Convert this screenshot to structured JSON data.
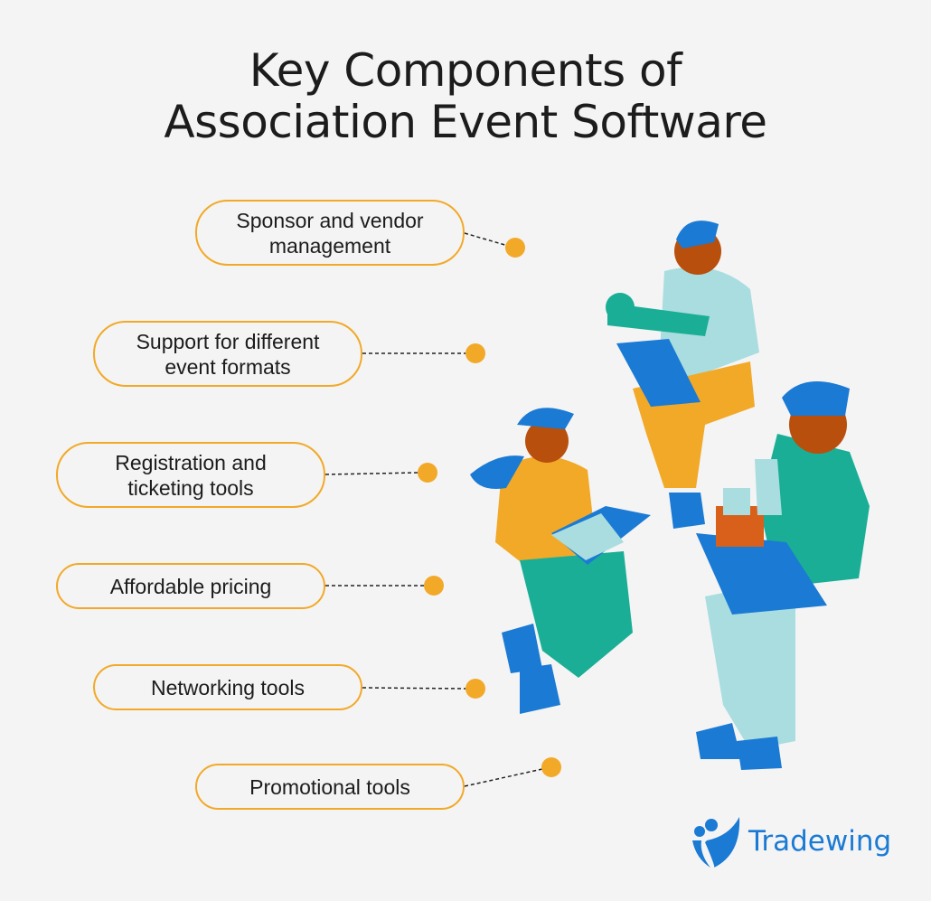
{
  "title": {
    "line1": "Key Components of",
    "line2": "Association Event Software"
  },
  "components": [
    {
      "label_line1": "Sponsor and vendor",
      "label_line2": "management"
    },
    {
      "label_line1": "Support for different",
      "label_line2": "event formats"
    },
    {
      "label_line1": "Registration and",
      "label_line2": "ticketing tools"
    },
    {
      "label_line1": "Affordable pricing"
    },
    {
      "label_line1": "Networking tools"
    },
    {
      "label_line1": "Promotional tools"
    }
  ],
  "brand": {
    "name": "Tradewing",
    "color": "#1a7ad4"
  },
  "colors": {
    "accent": "#f2a928",
    "teal": "#1aae96",
    "blue": "#1a7ad4",
    "light": "#a9dde0",
    "skin": "#b84f0c"
  }
}
